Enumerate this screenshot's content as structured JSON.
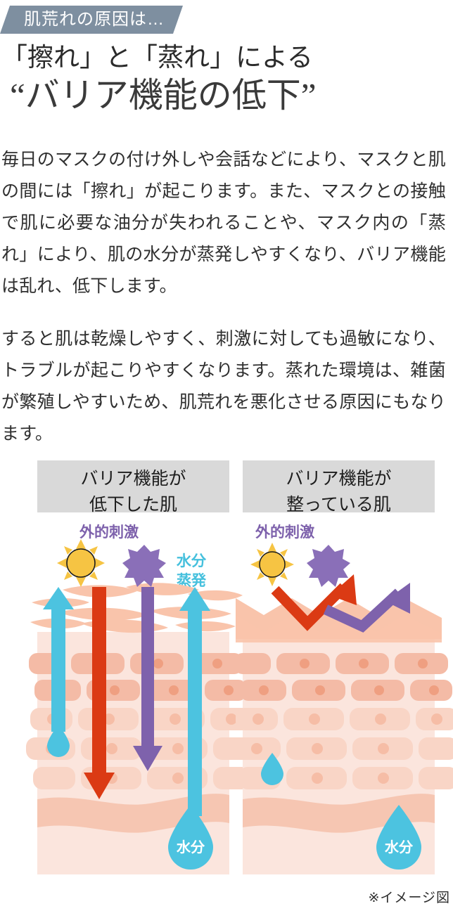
{
  "banner": {
    "label": "肌荒れの原因は…",
    "bg_color": "#7e8fa0",
    "text_color": "#ffffff"
  },
  "headline": {
    "line1": "「擦れ」と「蒸れ」による",
    "line2": "“バリア機能の低下”"
  },
  "body": {
    "paragraph1": "毎日のマスクの付け外しや会話などにより、マスクと肌の間には「擦れ」が起こります。また、マスクとの接触で肌に必要な油分が失われることや、マスク内の「蒸れ」により、肌の水分が蒸発しやすくなり、バリア機能は乱れ、低下します。",
    "paragraph2": "すると肌は乾燥しやすく、刺激に対しても過敏になり、トラブルが起こりやすくなります。蒸れた環境は、雑菌が繁殖しやすいため、肌荒れを悪化させる原因にもなります。"
  },
  "diagram": {
    "panels": [
      {
        "id": "damaged",
        "title_line1": "バリア機能が",
        "title_line2": "低下した肌",
        "stimulus_label": "外的刺激",
        "evaporation_label_line1": "水分",
        "evaporation_label_line2": "蒸発",
        "moisture_label": "水分",
        "icons": [
          "sun-icon",
          "burst-icon"
        ],
        "arrows": [
          {
            "name": "moisture-escape-left",
            "direction": "up",
            "color": "#4cc3e0"
          },
          {
            "name": "stimulus-penetrate-red",
            "direction": "down",
            "color": "#db3a14"
          },
          {
            "name": "stimulus-penetrate-purple",
            "direction": "down",
            "color": "#7e62ac"
          },
          {
            "name": "moisture-escape-right",
            "direction": "up",
            "color": "#4cc3e0"
          }
        ],
        "surface_state": "flaking"
      },
      {
        "id": "healthy",
        "title_line1": "バリア機能が",
        "title_line2": "整っている肌",
        "stimulus_label": "外的刺激",
        "moisture_label": "水分",
        "icons": [
          "sun-icon",
          "burst-icon"
        ],
        "arrows": [
          {
            "name": "stimulus-deflect-red",
            "direction": "bounce",
            "color": "#db3a14"
          },
          {
            "name": "stimulus-deflect-purple",
            "direction": "bounce",
            "color": "#7e62ac"
          }
        ],
        "surface_state": "intact"
      }
    ],
    "header_bg": "#d9d9d9"
  },
  "footnote": "※イメージ図",
  "palette": {
    "slate": "#7e8fa0",
    "cyan": "#4cc3e0",
    "red": "#db3a14",
    "purple": "#7e62ac",
    "yellow": "#f6c443",
    "skin_light": "#fbe5dd",
    "skin_mid": "#f8d6c8",
    "skin_deep": "#f6c6b2"
  }
}
